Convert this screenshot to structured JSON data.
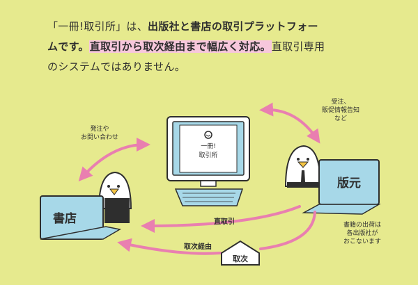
{
  "intro": {
    "line1_a": "「一冊!取引所」は、",
    "line1_b": "出版社と書店の取引プラットフォー",
    "line2_a": "ムです。",
    "line2_hl": "直取引から取次経由まで幅広く対応。",
    "line2_c": "直取引専用",
    "line3": "のシステムではありません。"
  },
  "annotations": {
    "inquiry": "発注や\nお問い合わせ",
    "orders": "受注、\n販促情報告知\nなど",
    "publisher_note": "書籍の出荷は\n各出版社が\nおこないます"
  },
  "labels": {
    "bookstore": "書店",
    "publisher": "版元",
    "platform": "一冊!\n取引所",
    "direct": "直取引",
    "via_toritsugi": "取次経由",
    "toritsugi": "取次"
  },
  "colors": {
    "background": "#e6ea8e",
    "laptop_blue": "#a7d8e8",
    "arrow_pink": "#e97fb0",
    "highlight_pink": "#f7c7dc",
    "outline": "#2e2e2e"
  }
}
